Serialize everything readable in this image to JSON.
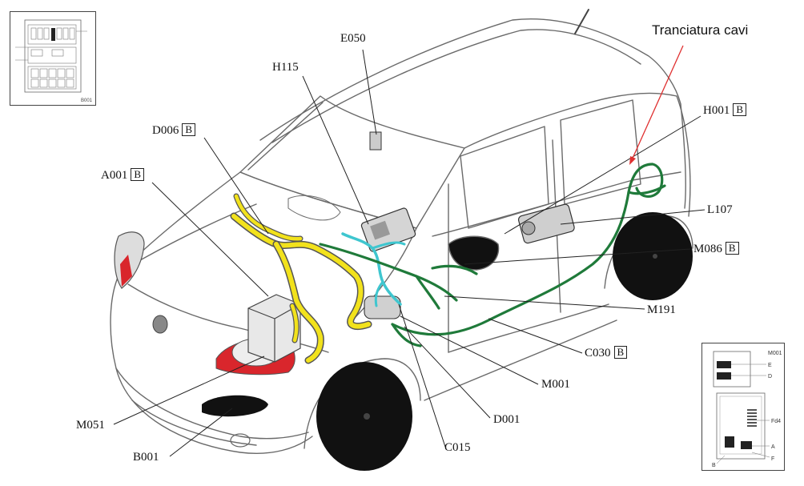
{
  "annotation": {
    "text": "Tranciatura cavi",
    "color": "#e03030"
  },
  "colors": {
    "harness_yellow": "#f2e21c",
    "harness_cyan": "#3fc6cf",
    "harness_green": "#1f7a3a",
    "lamp_red": "#d9262c",
    "outline": "#555555"
  },
  "callouts": {
    "e050": {
      "code": "E050",
      "badge": ""
    },
    "h115": {
      "code": "H115",
      "badge": ""
    },
    "d006": {
      "code": "D006",
      "badge": "B"
    },
    "a001": {
      "code": "A001",
      "badge": "B"
    },
    "h001": {
      "code": "H001",
      "badge": "B"
    },
    "l107": {
      "code": "L107",
      "badge": ""
    },
    "m086": {
      "code": "M086",
      "badge": "B"
    },
    "m191": {
      "code": "M191",
      "badge": ""
    },
    "c030": {
      "code": "C030",
      "badge": "B"
    },
    "m001": {
      "code": "M001",
      "badge": ""
    },
    "d001": {
      "code": "D001",
      "badge": ""
    },
    "c015": {
      "code": "C015",
      "badge": ""
    },
    "m051": {
      "code": "M051",
      "badge": ""
    },
    "b001": {
      "code": "B001",
      "badge": ""
    }
  },
  "inset_fuse_box": {
    "label": "B001"
  },
  "inset_module": {
    "label": "M001",
    "markers": [
      "E",
      "D",
      "Fd4",
      "A",
      "F",
      "B"
    ]
  }
}
